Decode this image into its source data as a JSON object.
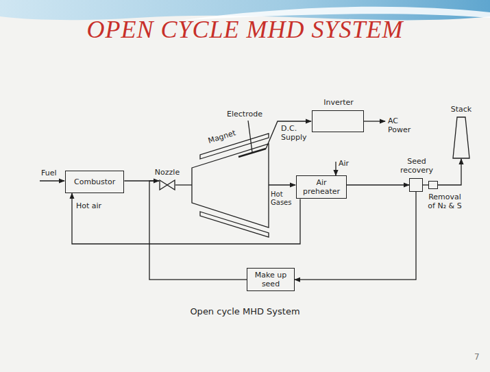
{
  "diagram": {
    "title": "OPEN CYCLE MHD SYSTEM",
    "caption": "Open cycle MHD System",
    "nodes": [
      {
        "text": [
          "Combustor"
        ]
      },
      {
        "text": [
          "Nozzle"
        ]
      },
      {
        "text": [
          "Inverter"
        ]
      },
      {
        "text": [
          "Air preheater"
        ]
      },
      {
        "text": [
          "Seed recovery"
        ]
      },
      {
        "text": [
          "Removal of N₂ & S"
        ]
      },
      {
        "text": [
          "Stack"
        ]
      },
      {
        "text": [
          "Make up seed"
        ]
      }
    ],
    "edges": [
      {
        "from": 0,
        "to": 1,
        "arrow": "none"
      },
      {
        "from": 3,
        "to": 0,
        "arrow": "to"
      },
      {
        "from": 3,
        "to": 4,
        "arrow": "to"
      },
      {
        "from": 4,
        "to": 5,
        "arrow": "none"
      },
      {
        "from": 5,
        "to": 6,
        "arrow": "to"
      },
      {
        "from": 4,
        "to": 7,
        "arrow": "to"
      },
      {
        "from": 7,
        "to": 1,
        "arrow": "to"
      }
    ],
    "labels": [
      "Fuel",
      "Hot air",
      "Magnet",
      "Electrode",
      "D.C. Supply",
      "AC Power",
      "Hot Gases",
      "Air",
      "7"
    ]
  }
}
